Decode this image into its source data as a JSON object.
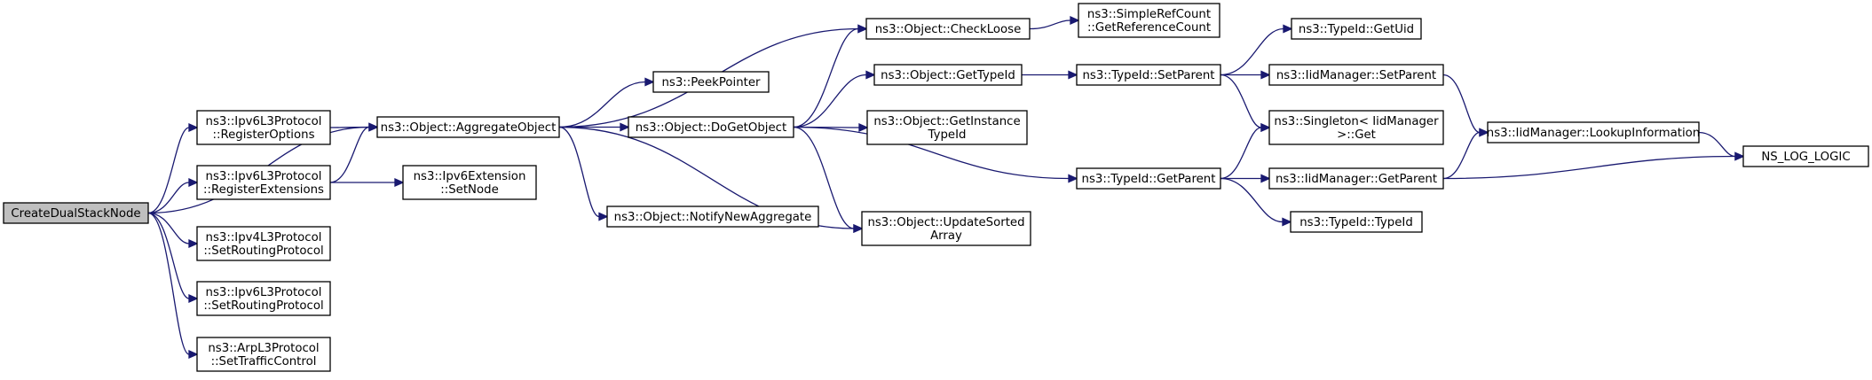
{
  "colors": {
    "edge": "#191970",
    "root_fill": "#bfbfbf",
    "node_fill": "#ffffff",
    "border": "#000000"
  },
  "nodes": [
    {
      "id": "create",
      "lines": [
        "CreateDualStackNode"
      ],
      "root": true
    },
    {
      "id": "ipv6reg",
      "lines": [
        "ns3::Ipv6L3Protocol",
        "::RegisterOptions"
      ]
    },
    {
      "id": "ipv6ext",
      "lines": [
        "ns3::Ipv6L3Protocol",
        "::RegisterExtensions"
      ]
    },
    {
      "id": "ipv4route",
      "lines": [
        "ns3::Ipv4L3Protocol",
        "::SetRoutingProtocol"
      ]
    },
    {
      "id": "ipv6route",
      "lines": [
        "ns3::Ipv6L3Protocol",
        "::SetRoutingProtocol"
      ]
    },
    {
      "id": "arp",
      "lines": [
        "ns3::ArpL3Protocol",
        "::SetTrafficControl"
      ]
    },
    {
      "id": "aggregate",
      "lines": [
        "ns3::Object::AggregateObject"
      ]
    },
    {
      "id": "ipv6setnode",
      "lines": [
        "ns3::Ipv6Extension",
        "::SetNode"
      ]
    },
    {
      "id": "checkloose",
      "lines": [
        "ns3::Object::CheckLoose"
      ]
    },
    {
      "id": "peek",
      "lines": [
        "ns3::PeekPointer"
      ]
    },
    {
      "id": "dogetobject",
      "lines": [
        "ns3::Object::DoGetObject"
      ]
    },
    {
      "id": "notify",
      "lines": [
        "ns3::Object::NotifyNewAggregate"
      ]
    },
    {
      "id": "refcount",
      "lines": [
        "ns3::SimpleRefCount",
        "::GetReferenceCount"
      ]
    },
    {
      "id": "gettypeid",
      "lines": [
        "ns3::Object::GetTypeId"
      ]
    },
    {
      "id": "getinstance",
      "lines": [
        "ns3::Object::GetInstance",
        "TypeId"
      ]
    },
    {
      "id": "updatesorted",
      "lines": [
        "ns3::Object::UpdateSorted",
        "Array"
      ]
    },
    {
      "id": "setparent",
      "lines": [
        "ns3::TypeId::SetParent"
      ]
    },
    {
      "id": "getparent",
      "lines": [
        "ns3::TypeId::GetParent"
      ]
    },
    {
      "id": "getuid",
      "lines": [
        "ns3::TypeId::GetUid"
      ]
    },
    {
      "id": "iidsetparent",
      "lines": [
        "ns3::IidManager::SetParent"
      ]
    },
    {
      "id": "singleton",
      "lines": [
        "ns3::Singleton< IidManager",
        " >::Get"
      ]
    },
    {
      "id": "iidgetparent",
      "lines": [
        "ns3::IidManager::GetParent"
      ]
    },
    {
      "id": "typeidctor",
      "lines": [
        "ns3::TypeId::TypeId"
      ]
    },
    {
      "id": "lookup",
      "lines": [
        "ns3::IidManager::LookupInformation"
      ]
    },
    {
      "id": "nslog",
      "lines": [
        "NS_LOG_LOGIC"
      ]
    }
  ],
  "edges": [
    [
      "create",
      "aggregate"
    ],
    [
      "create",
      "ipv6reg"
    ],
    [
      "create",
      "ipv6ext"
    ],
    [
      "create",
      "ipv4route"
    ],
    [
      "create",
      "ipv6route"
    ],
    [
      "create",
      "arp"
    ],
    [
      "ipv6reg",
      "aggregate"
    ],
    [
      "ipv6ext",
      "aggregate"
    ],
    [
      "ipv6ext",
      "ipv6setnode"
    ],
    [
      "aggregate",
      "checkloose"
    ],
    [
      "aggregate",
      "peek"
    ],
    [
      "aggregate",
      "dogetobject"
    ],
    [
      "aggregate",
      "notify"
    ],
    [
      "aggregate",
      "updatesorted"
    ],
    [
      "checkloose",
      "refcount"
    ],
    [
      "dogetobject",
      "checkloose"
    ],
    [
      "dogetobject",
      "gettypeid"
    ],
    [
      "dogetobject",
      "getinstance"
    ],
    [
      "dogetobject",
      "updatesorted"
    ],
    [
      "dogetobject",
      "getparent"
    ],
    [
      "gettypeid",
      "setparent"
    ],
    [
      "setparent",
      "getuid"
    ],
    [
      "setparent",
      "iidsetparent"
    ],
    [
      "setparent",
      "singleton"
    ],
    [
      "iidsetparent",
      "lookup"
    ],
    [
      "getparent",
      "singleton"
    ],
    [
      "getparent",
      "iidgetparent"
    ],
    [
      "getparent",
      "typeidctor"
    ],
    [
      "iidgetparent",
      "lookup"
    ],
    [
      "iidgetparent",
      "nslog"
    ],
    [
      "lookup",
      "nslog"
    ]
  ]
}
